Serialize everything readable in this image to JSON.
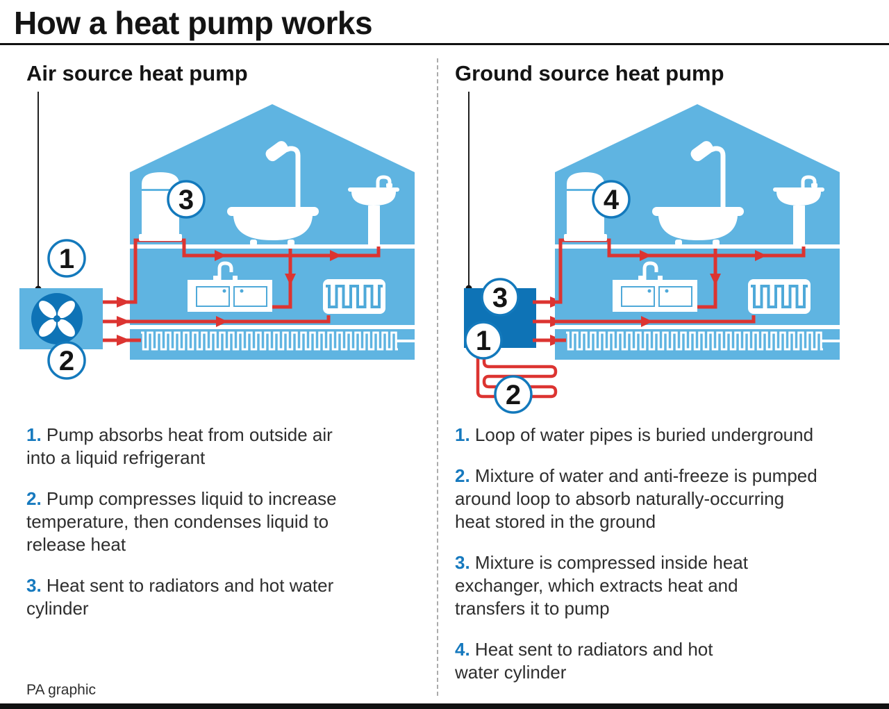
{
  "title": "How a heat pump works",
  "credit": "PA graphic",
  "colors": {
    "house_blue": "#5FB4E1",
    "unit_blue": "#0E73B6",
    "pipe_red": "#DC3431",
    "coil_blue": "#4FA9D9",
    "marker_ring": "#1379BC",
    "step_number_blue": "#1679BE",
    "heading_text": "#141414",
    "body_text": "#2E2E2E",
    "rule_black": "#111111",
    "divider_gray": "#ABABAB"
  },
  "panels": {
    "left": {
      "heading": "Air source heat pump",
      "markers": [
        "1",
        "2",
        "3"
      ],
      "steps": [
        {
          "num": "1.",
          "text": "Pump absorbs heat from outside air\ninto a liquid refrigerant"
        },
        {
          "num": "2.",
          "text": "Pump compresses liquid to increase\ntemperature, then condenses liquid to\nrelease heat"
        },
        {
          "num": "3.",
          "text": "Heat sent to radiators and hot water\ncylinder"
        }
      ]
    },
    "right": {
      "heading": "Ground source heat pump",
      "markers": [
        "1",
        "2",
        "3",
        "4"
      ],
      "steps": [
        {
          "num": "1.",
          "text": "Loop of water pipes is buried underground"
        },
        {
          "num": "2.",
          "text": "Mixture of water and anti-freeze is pumped\naround loop to absorb naturally-occurring\nheat stored in the ground"
        },
        {
          "num": "3.",
          "text": "Mixture is compressed inside heat\nexchanger, which extracts heat and\ntransfers it to pump"
        },
        {
          "num": "4.",
          "text": "Heat sent to radiators and hot\nwater cylinder"
        }
      ]
    }
  }
}
